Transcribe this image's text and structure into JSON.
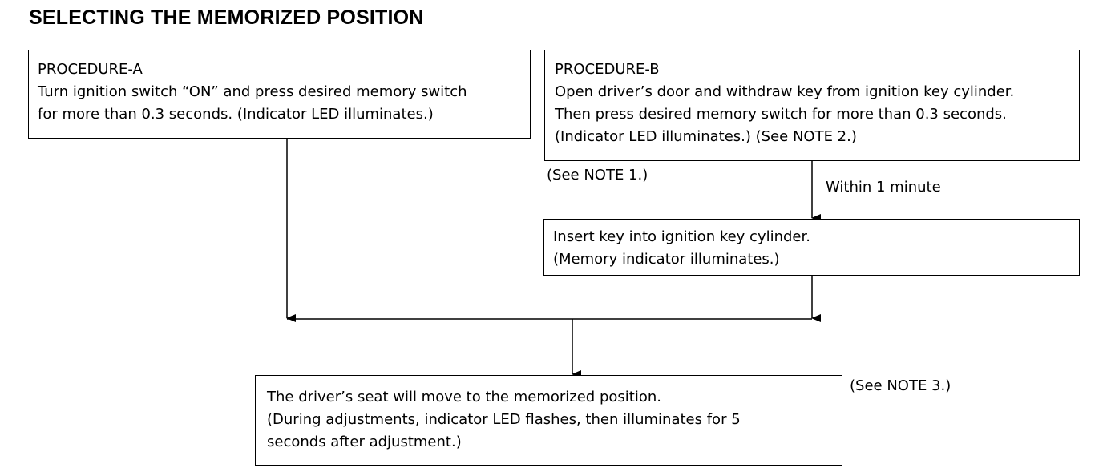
{
  "title": "SELECTING THE MEMORIZED POSITION",
  "procedure_a": {
    "heading": "PROCEDURE-A",
    "lines": [
      "Turn ignition switch “ON” and press desired memory switch",
      "for more than 0.3 seconds. (Indicator LED illuminates.)"
    ]
  },
  "procedure_b": {
    "heading": "PROCEDURE-B",
    "lines": [
      "Open driver’s door and withdraw key from ignition key cylinder.",
      "Then press desired memory switch for more than 0.3 seconds.",
      "(Indicator LED illuminates.) (See NOTE 2.)"
    ]
  },
  "note1": "(See NOTE 1.)",
  "within_label": "Within 1 minute",
  "insert_key": {
    "lines": [
      "Insert key into ignition key cylinder.",
      "(Memory indicator illuminates.)"
    ]
  },
  "result": {
    "lines": [
      "The driver’s seat will move to the memorized position.",
      "(During adjustments, indicator LED flashes, then illuminates for 5",
      "seconds after adjustment.)"
    ]
  },
  "note3": "(See NOTE 3.)"
}
